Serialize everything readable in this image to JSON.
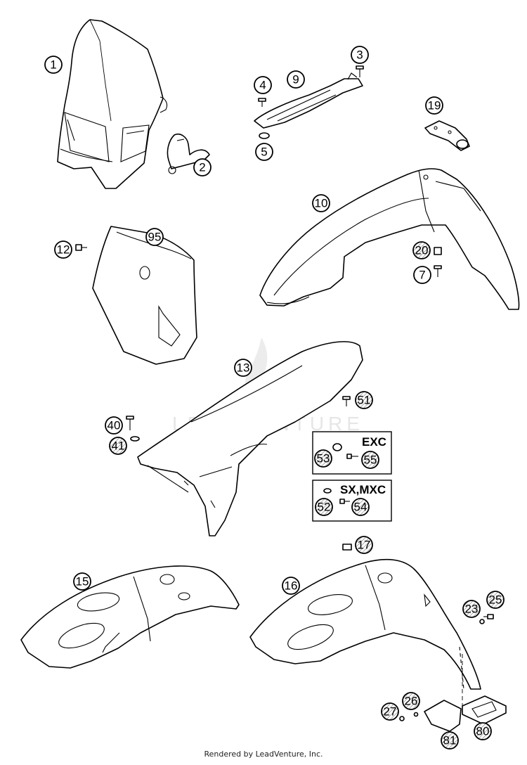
{
  "callouts": [
    {
      "label": "1"
    },
    {
      "label": "2"
    },
    {
      "label": "3"
    },
    {
      "label": "4"
    },
    {
      "label": "5"
    },
    {
      "label": "9"
    },
    {
      "label": "19"
    },
    {
      "label": "10"
    },
    {
      "label": "20"
    },
    {
      "label": "7"
    },
    {
      "label": "12"
    },
    {
      "label": "95"
    },
    {
      "label": "13"
    },
    {
      "label": "51"
    },
    {
      "label": "40"
    },
    {
      "label": "41"
    },
    {
      "label": "53"
    },
    {
      "label": "55"
    },
    {
      "label": "52"
    },
    {
      "label": "54"
    },
    {
      "label": "17"
    },
    {
      "label": "15"
    },
    {
      "label": "16"
    },
    {
      "label": "23"
    },
    {
      "label": "25"
    },
    {
      "label": "27"
    },
    {
      "label": "26"
    },
    {
      "label": "81"
    },
    {
      "label": "80"
    }
  ],
  "variants": {
    "exc": "EXC",
    "sx_mxc": "SX,MXC"
  },
  "watermark": "LEADVENTURE",
  "footer": "Rendered by LeadVenture, Inc."
}
